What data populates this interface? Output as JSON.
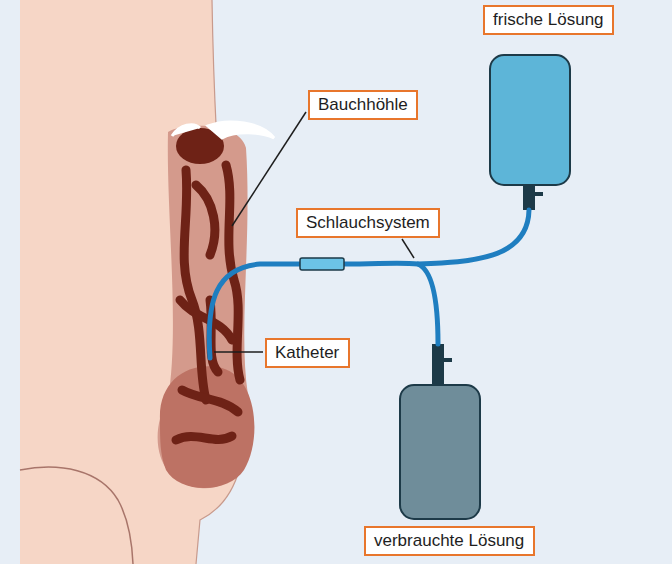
{
  "diagram": {
    "nodes": [
      {
        "text": [
          "frische Lösung"
        ]
      },
      {
        "text": [
          "Bauchhöhle"
        ]
      },
      {
        "text": [
          "Schlauchsystem"
        ]
      },
      {
        "text": [
          "Katheter"
        ]
      },
      {
        "text": [
          "verbrauchte Lösung"
        ]
      }
    ]
  }
}
